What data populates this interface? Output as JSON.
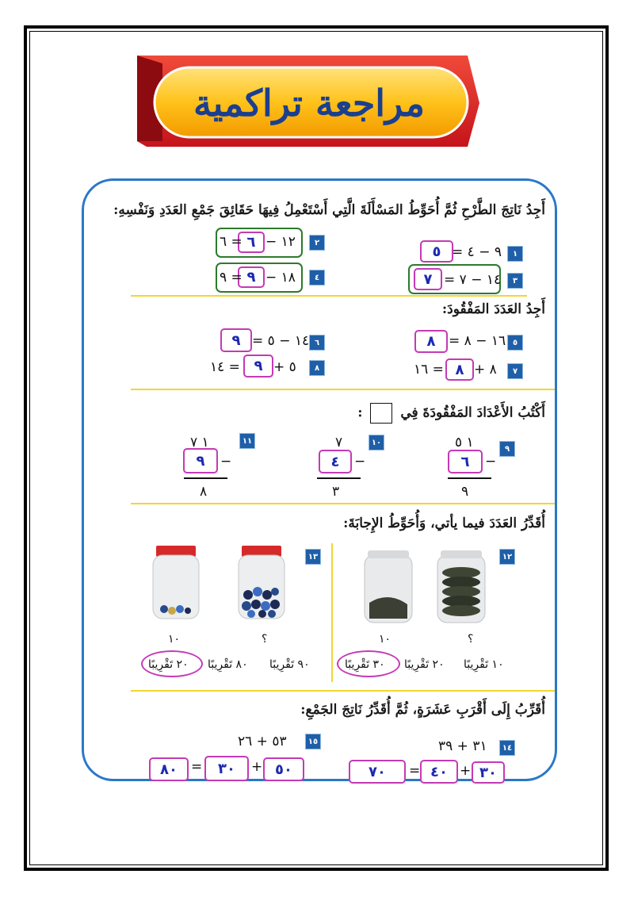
{
  "title": "مراجعة تراكمية",
  "sec1": {
    "instruction": "أَجِدُ نَاتِجَ الطَّرْحِ ثُمَّ أُحَوِّطُ المَسْأَلَةَ الَّتِي أَسْتَعْمِلُ فِيهَا حَقَائِقَ جَمْعِ العَدَدِ وَنَفْسِهِ:",
    "items": [
      {
        "n": "١",
        "expr": "٩ − ٤ =",
        "answer": "٥"
      },
      {
        "n": "٢",
        "expr": "١٢ −",
        "answer": "٦",
        "tail": "= ٦"
      },
      {
        "n": "٣",
        "expr": "١٤ − ٧ =",
        "answer": "٧"
      },
      {
        "n": "٤",
        "expr": "١٨ −",
        "answer": "٩",
        "tail": "= ٩"
      }
    ]
  },
  "sec2": {
    "instruction": "أَجِدُ العَدَدَ المَفْقُودَ:",
    "items": [
      {
        "n": "٥",
        "expr": "١٦ − ٨ =",
        "answer": "٨"
      },
      {
        "n": "٦",
        "expr": "١٤ − ٥ =",
        "answer": "٩"
      },
      {
        "n": "٧",
        "expr": "٨ +",
        "answer": "٨",
        "tail": "= ١٦"
      },
      {
        "n": "٨",
        "expr": "٥ +",
        "answer": "٩",
        "tail": "= ١٤"
      }
    ]
  },
  "sec3": {
    "instruction": "أَكْتُبُ الأَعْدَادَ المَفْقُودَةَ فِي",
    "colon": ":",
    "items": [
      {
        "n": "٩",
        "top": "١ ٥",
        "answer": "٦",
        "minus": "−",
        "bottom": "٩"
      },
      {
        "n": "١٠",
        "top": "٧",
        "answer": "٤",
        "minus": "−",
        "bottom": "٣"
      },
      {
        "n": "١١",
        "top": "١ ٧",
        "answer": "٩",
        "minus": "−",
        "bottom": "٨"
      }
    ]
  },
  "sec4": {
    "instruction": "أُقَدِّرُ العَدَدَ فيما يأتي، وَأُحَوِّطُ الإِجابَةَ:",
    "q12": {
      "n": "١٢",
      "label_known": "١٠",
      "label_unknown": "؟",
      "options": [
        "١٠ تَقْرِيبًا",
        "٢٠ تَقْرِيبًا",
        "٣٠ تَقْرِيبًا"
      ],
      "selected": 2
    },
    "q13": {
      "n": "١٣",
      "label_known": "١٠",
      "label_unknown": "؟",
      "options": [
        "٩٠ تَقْرِيبًا",
        "٨٠ تَقْرِيبًا",
        "٢٠ تَقْرِيبًا"
      ],
      "selected": 2
    }
  },
  "sec5": {
    "instruction": "أُقَرِّبُ إِلَى أَقْرَبِ عَشَرَةٍ، ثُمَّ أُقَدِّرُ نَاتِجَ الجَمْعِ:",
    "q14": {
      "n": "١٤",
      "expr": "٣١ + ٣٩",
      "a": "٣٠",
      "b": "٤٠",
      "sum": "٧٠"
    },
    "q15": {
      "n": "١٥",
      "expr": "٥٣ + ٢٦",
      "a": "٥٠",
      "b": "٣٠",
      "sum": "٨٠"
    }
  },
  "colors": {
    "panel_border": "#2a78c8",
    "answer_box": "#c43ab5",
    "answer_text": "#1c2ab0",
    "circle_green": "#2c7a2c",
    "separator": "#f2d633",
    "number_badge": "#1f5fa8"
  }
}
